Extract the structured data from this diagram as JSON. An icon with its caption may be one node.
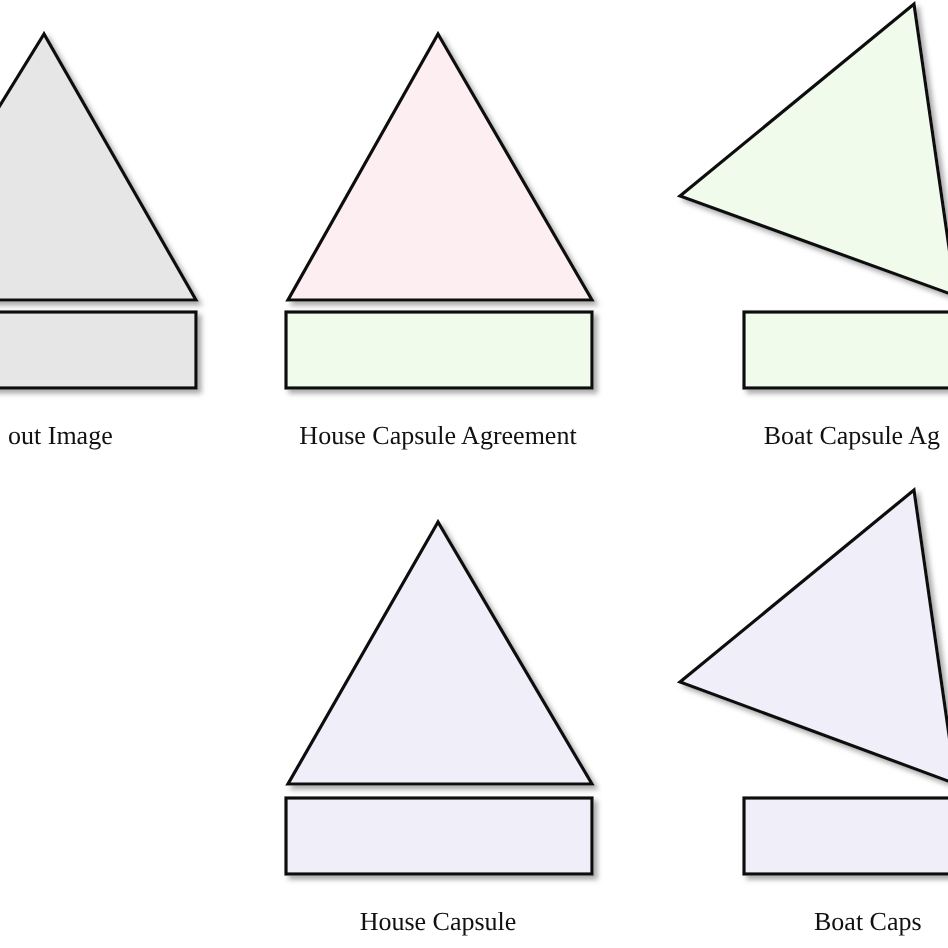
{
  "diagram": {
    "labels": [
      "out Image",
      "House Capsule Agreement",
      "Boat Capsule Ag",
      "House Capsule",
      "Boat Caps"
    ]
  }
}
